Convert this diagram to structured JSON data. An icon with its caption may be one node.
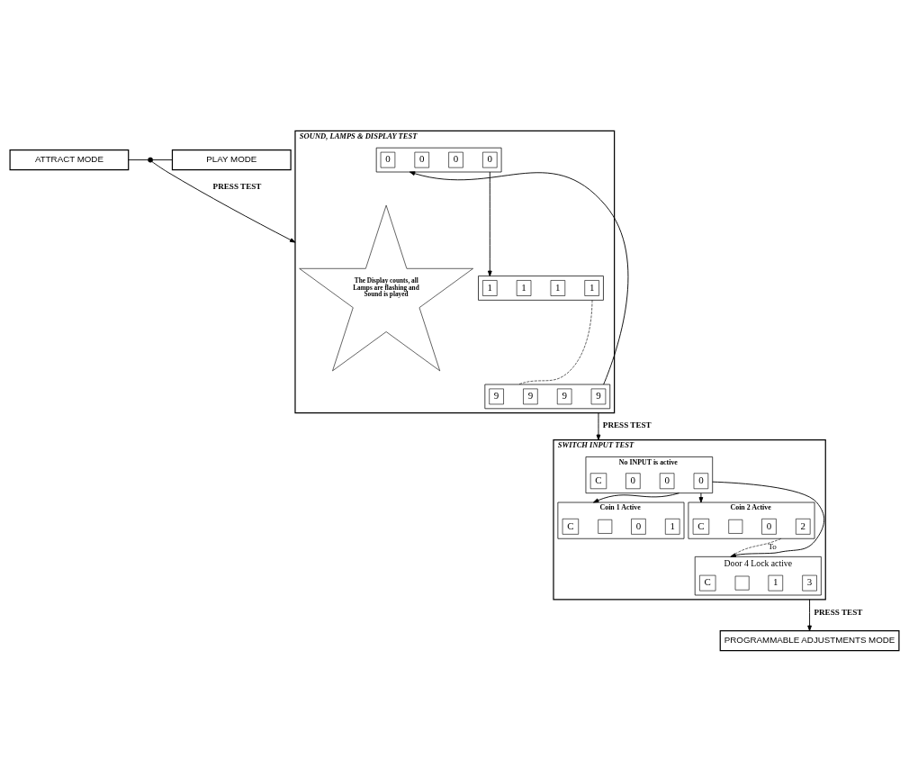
{
  "diagram": {
    "nodes": [
      {
        "text": [
          "ATTRACT MODE"
        ]
      },
      {
        "text": [
          "PLAY MODE"
        ]
      },
      {
        "text": [],
        "shape": "circle"
      },
      {
        "text": [
          "SOUND, LAMPS & DISPLAY TEST"
        ]
      },
      {
        "text": [
          "The Display counts, all Lamps are flashing and Sound is played"
        ],
        "in": 3
      },
      {
        "text": [],
        "shape": "box",
        "in": 3
      },
      {
        "text": [
          "0"
        ],
        "in": 5
      },
      {
        "text": [
          "0"
        ],
        "in": 5
      },
      {
        "text": [
          "0"
        ],
        "in": 5
      },
      {
        "text": [
          "0"
        ],
        "in": 5
      },
      {
        "text": [],
        "shape": "box",
        "in": 3
      },
      {
        "text": [
          "1"
        ],
        "in": 10
      },
      {
        "text": [
          "1"
        ],
        "in": 10
      },
      {
        "text": [
          "1"
        ],
        "in": 10
      },
      {
        "text": [
          "1"
        ],
        "in": 10
      },
      {
        "text": [],
        "shape": "box",
        "in": 3
      },
      {
        "text": [
          "9"
        ],
        "in": 15
      },
      {
        "text": [
          "9"
        ],
        "in": 15
      },
      {
        "text": [
          "9"
        ],
        "in": 15
      },
      {
        "text": [
          "9"
        ],
        "in": 15
      },
      {
        "text": [
          "SWITCH INPUT TEST"
        ]
      },
      {
        "text": [
          "No INPUT is active"
        ],
        "in": 20
      },
      {
        "text": [
          "C"
        ],
        "in": 21
      },
      {
        "text": [
          "0"
        ],
        "in": 21
      },
      {
        "text": [
          "0"
        ],
        "in": 21
      },
      {
        "text": [
          "0"
        ],
        "in": 21
      },
      {
        "text": [
          "Coin 1 Active"
        ],
        "in": 20
      },
      {
        "text": [
          "C"
        ],
        "in": 26
      },
      {
        "text": [],
        "shape": "box",
        "in": 26
      },
      {
        "text": [
          "0"
        ],
        "in": 26
      },
      {
        "text": [
          "1"
        ],
        "in": 26
      },
      {
        "text": [
          "Coin 2 Active"
        ],
        "in": 20
      },
      {
        "text": [
          "C"
        ],
        "in": 31
      },
      {
        "text": [],
        "shape": "box",
        "in": 31
      },
      {
        "text": [
          "0"
        ],
        "in": 31
      },
      {
        "text": [
          "2"
        ],
        "in": 31
      },
      {
        "text": [
          "Door 4 Lock active"
        ],
        "in": 20
      },
      {
        "text": [
          "C"
        ],
        "in": 36
      },
      {
        "text": [],
        "shape": "box",
        "in": 36
      },
      {
        "text": [
          "1"
        ],
        "in": 36
      },
      {
        "text": [
          "3"
        ],
        "in": 36
      },
      {
        "text": [
          "PROGRAMMABLE ADJUSTMENTS MODE"
        ]
      }
    ],
    "edges": [
      {
        "from": 0,
        "to": 2,
        "arrow": "none"
      },
      {
        "from": 2,
        "to": 1,
        "arrow": "none"
      },
      {
        "from": 2,
        "to": 3,
        "arrow": "to",
        "label": "PRESS TEST"
      },
      {
        "from": 5,
        "to": 10,
        "arrow": "to"
      },
      {
        "from": 10,
        "to": 15,
        "arrow": "none",
        "style": "dashed"
      },
      {
        "from": 15,
        "to": 5,
        "arrow": "to"
      },
      {
        "from": 3,
        "to": 20,
        "arrow": "to",
        "label": "PRESS TEST"
      },
      {
        "from": 21,
        "to": 26,
        "arrow": "to"
      },
      {
        "from": 21,
        "to": 31,
        "arrow": "to"
      },
      {
        "from": 21,
        "to": 36,
        "arrow": "to"
      },
      {
        "from": 31,
        "to": 36,
        "arrow": "none",
        "style": "dashed",
        "label": "To"
      },
      {
        "from": 20,
        "to": 41,
        "arrow": "to",
        "label": "PRESS TEST"
      }
    ]
  }
}
